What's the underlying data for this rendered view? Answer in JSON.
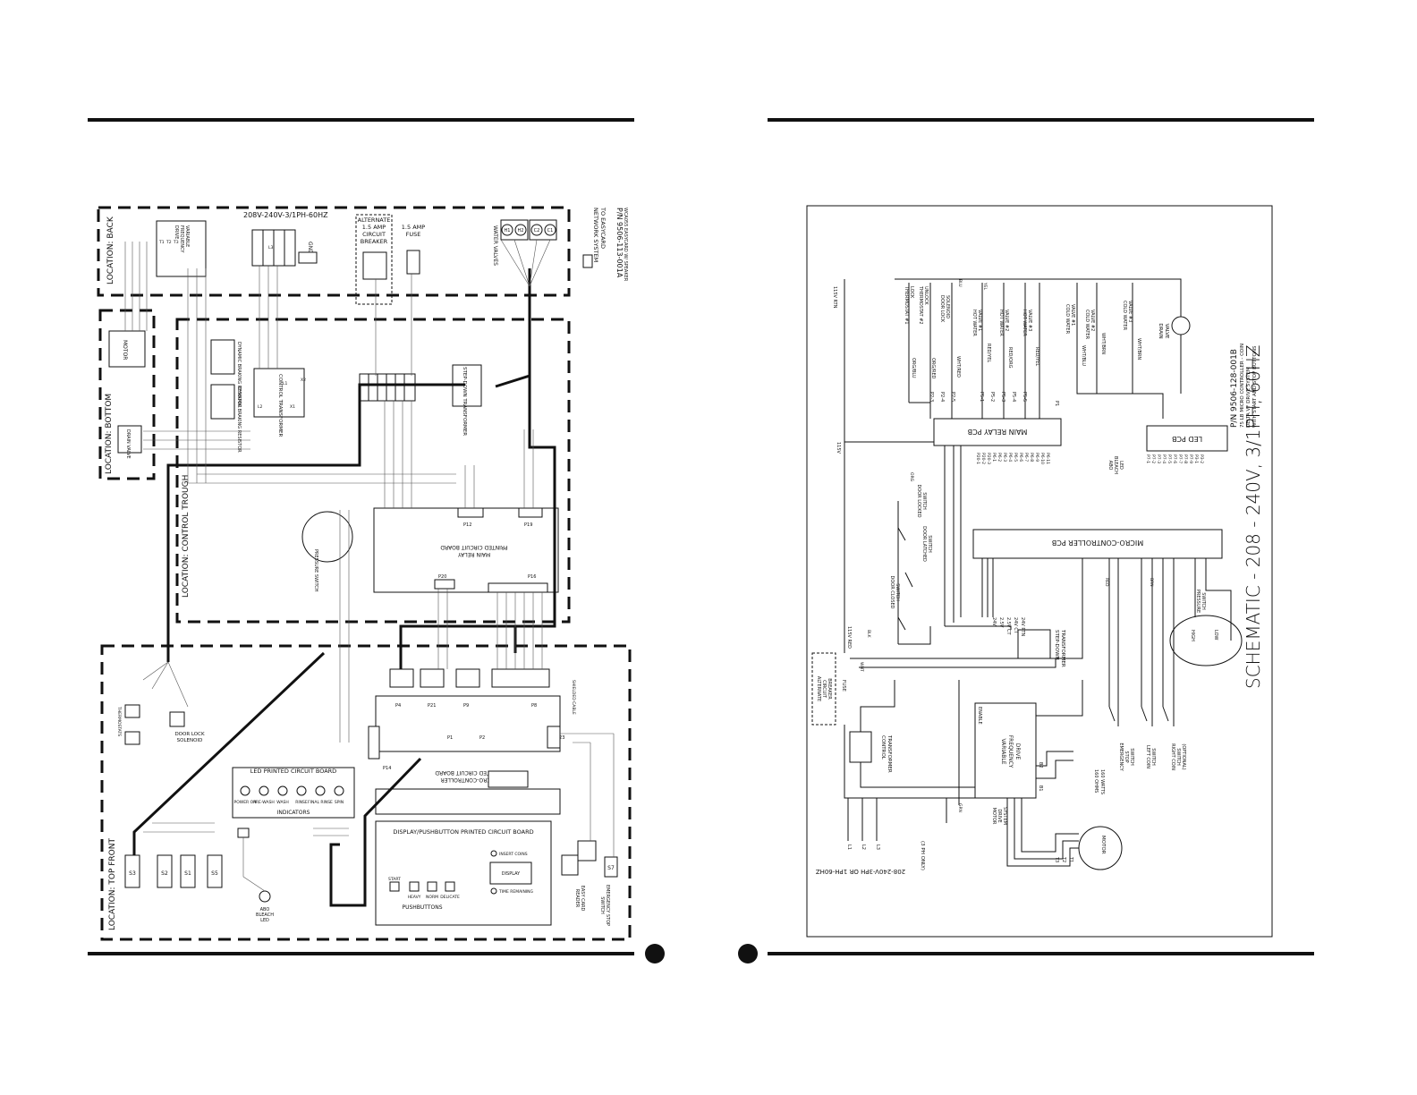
{
  "left_page": {
    "title": "208V-240V-3/1PH-60HZ",
    "zones": {
      "back": "LOCATION: BACK",
      "bottom": "LOCATION: BOTTOM",
      "control_trough": "LOCATION: CONTROL TROUGH",
      "top_front": "LOCATION: TOP FRONT"
    },
    "labels": {
      "alternate_breaker": [
        "ALTERNATE",
        "1.5 AMP",
        "CIRCUIT",
        "BREAKER"
      ],
      "fuse": [
        "1.5 AMP",
        "FUSE"
      ],
      "water_valves": "WATER VALVES",
      "network": [
        "TO EASYCARD",
        "NETWORK SYSTEM"
      ],
      "part_number": "P/N 9506-113-001A",
      "part_desc": "WCA055 EASYCARD W/ SPEAKER",
      "gnd": "GND",
      "motor": "MOTOR",
      "drain_valve": "DRAIN VALVE",
      "control_transformer": "CONTROL TRANSFORMER",
      "step_down_transformer": "STEP-DOWN TRANSFORMER",
      "dynamic_braking_resistor": "DYNAMIC BRAKING RESISTOR",
      "main_relay_board": [
        "MAIN RELAY",
        "PRINTED CIRCUIT BOARD"
      ],
      "pressure_switch": "PRESSURE SWITCH",
      "shielded_cable": "SHIELDED CABLE",
      "micro_controller_board": [
        "MICRO-CONTROLLER",
        "PRINTED CIRCUIT BOARD"
      ],
      "led_board": "LED PRINTED CIRCUIT BOARD",
      "indicators": "INDICATORS",
      "display_board": "DISPLAY/PUSHBUTTON PRINTED CIRCUIT BOARD",
      "insert_coins": "INSERT COINS",
      "display": "DISPLAY",
      "time_remaining": "TIME REMAINING",
      "pushbuttons": "PUSHBUTTONS",
      "door_lock_solenoid": [
        "DOOR LOCK",
        "SOLENOID"
      ],
      "thermostat": "THERMOSTATS",
      "abo_bleach_led": [
        "ABO",
        "BLEACH",
        "LED"
      ],
      "easy_card_reader": [
        "EASY CARD",
        "READER"
      ],
      "emergency_stop_switch": [
        "EMERGENCY STOP",
        "SWITCH"
      ],
      "vfd": [
        "VARIABLE",
        "FREQUENCY",
        "DRIVE"
      ]
    },
    "indicator_items": [
      "POWER ON",
      "PRE-WASH",
      "WASH",
      "RINSE",
      "FINAL RINSE",
      "SPIN"
    ],
    "pushbutton_items": [
      "START",
      "HEAVY",
      "NORM",
      "DELICATE"
    ],
    "switch_items": [
      "S3",
      "S2",
      "S1",
      "S5",
      "S7"
    ],
    "valve_items": [
      "H1",
      "H2",
      "C2",
      "C1"
    ],
    "connectors": [
      "P20",
      "P12",
      "P19",
      "P16",
      "P21",
      "P8",
      "P2",
      "P4",
      "P23",
      "P9",
      "P1",
      "P14"
    ],
    "terminal_labels": [
      "L1",
      "L2",
      "L3",
      "X1",
      "X2",
      "T1",
      "T2",
      "T3"
    ]
  },
  "right_page": {
    "title": "SCHEMATIC - 208 - 240V, 3/1PH, 60HZ",
    "part_number": "P/N 9506-128-001B",
    "part_desc": [
      "75 LB MICRO CONTROLLER - COIN",
      "DELTA VF DRIVE SYSTEM",
      "WITH START AND STOP BUTTONS"
    ],
    "bottom_note": "208-240V-3PH OR 1PH-60HZ",
    "phase_note": "(3 PH ONLY)",
    "labels": {
      "main_relay_pcb": "MAIN RELAY PCB",
      "micro_controller_pcb": "MICRO-CONTROLLER PCB",
      "led_pcb": "LED PCB",
      "vfd": [
        "VARIABLE",
        "FREQUENCY",
        "DRIVE"
      ],
      "motor": "MOTOR",
      "motor_drive": [
        "MOTOR",
        "DRIVE",
        "SYSTEM"
      ],
      "step_down": [
        "STEP-DOWN",
        "TRANSFORMER"
      ],
      "control_transformer": [
        "CONTROL",
        "TRANSFORMER"
      ],
      "alternate_breaker": [
        "ALTERNATE",
        "CIRCUIT",
        "BREAKER"
      ],
      "fuse": "FUSE",
      "pressure_switch": [
        "PRESSURE",
        "SWITCH"
      ],
      "emergency_stop": [
        "EMERGENCY",
        "STOP",
        "SWITCH"
      ],
      "left_coin": [
        "LEFT COIN",
        "SWITCH"
      ],
      "right_coin": [
        "RIGHT COIN",
        "SWITCH",
        "(OPTIONAL)"
      ],
      "door_locked_switch": [
        "DOOR LOCKED",
        "SWITCH"
      ],
      "door_latched_switch": [
        "DOOR LATCHED",
        "SWITCH"
      ],
      "door_closed_switch": [
        "DOOR CLOSED",
        "SWITCH"
      ],
      "abo_bleach": [
        "ABO",
        "BLEACH",
        "LED"
      ],
      "resistors": [
        "160 OHMS",
        "160 WATTS"
      ],
      "drain_valve": [
        "DRAIN",
        "VALVE"
      ],
      "enable": "ENABLE",
      "high": "HIGH",
      "low": "LOW"
    },
    "loads": [
      {
        "label": "THERMOSTAT #1",
        "sub": "LOCK",
        "wire": "ORG/BLU"
      },
      {
        "label": "THERMOSTAT #2",
        "sub": "UNLOCK",
        "wire": "ORG/RED"
      },
      {
        "label": "DOOR LOCK",
        "sub": "SOLENOID",
        "wire": "WHT/RED"
      },
      {
        "label": "HOT WATER",
        "sub": "VALVE #1",
        "wire": "RED/YEL"
      },
      {
        "label": "HOT WATER",
        "sub": "VALVE #2",
        "wire": "RED/ORG"
      },
      {
        "label": "HOT WATER",
        "sub": "VALVE #3",
        "wire": "RED/YEL"
      },
      {
        "label": "COLD WATER",
        "sub": "VALVE #1",
        "wire": "WHT/BLU"
      },
      {
        "label": "COLD WATER",
        "sub": "VALVE #2",
        "wire": "WHT/BRN"
      },
      {
        "label": "COLD WATER",
        "sub": "VALVE #3",
        "wire": "WHT/BRN"
      }
    ],
    "wire_colors": [
      "BLU",
      "YEL",
      "RED",
      "WHT",
      "BLK",
      "GRN",
      "ORG",
      "BRN"
    ],
    "supply": [
      "115V RTN",
      "115V",
      "115V RED",
      "L1",
      "L2",
      "L3",
      "T1",
      "T2",
      "T3",
      "B1",
      "B2"
    ],
    "p_pins_left": [
      "P2-3",
      "P2-4",
      "P2-5",
      "P5-1",
      "P5-2",
      "P5-3",
      "P5-4",
      "P5-5",
      "P1"
    ],
    "p_pins_mid": [
      "P20-1",
      "P20-2",
      "P20-3",
      "P6-1",
      "P6-2",
      "P6-3",
      "P6-4",
      "P6-5",
      "P6-6",
      "P6-7",
      "P6-8",
      "P6-9",
      "P6-10",
      "P6-11"
    ],
    "p_pins_right": [
      "P7-1",
      "P7-2",
      "P7-3",
      "P7-4",
      "P7-5",
      "P7-6",
      "P7-7",
      "P7-8",
      "P7-9",
      "P3-1",
      "P3-2"
    ],
    "pin_voltage": [
      "24V",
      "2.5V",
      "2.5V CT",
      "24V CT",
      "24V RTN"
    ]
  }
}
